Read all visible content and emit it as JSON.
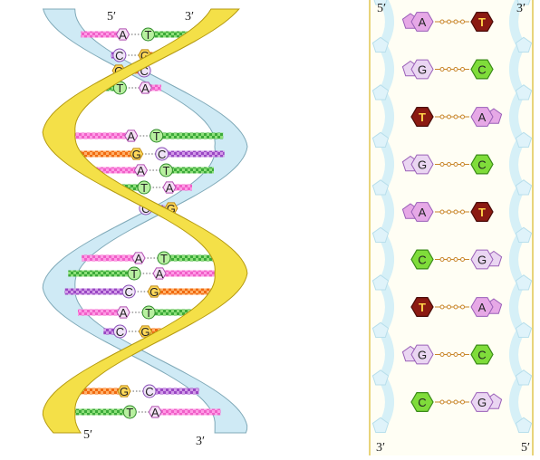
{
  "helix": {
    "top_left_end": "5′",
    "top_right_end": "3′",
    "bottom_left_end": "5′",
    "bottom_right_end": "3′",
    "pairs": [
      {
        "left": "A",
        "right": "T"
      },
      {
        "left": "C",
        "right": "G"
      },
      {
        "left": "G",
        "right": "C"
      },
      {
        "left": "T",
        "right": "A"
      },
      {
        "left": "A",
        "right": "T"
      },
      {
        "left": "G",
        "right": "C"
      },
      {
        "left": "A",
        "right": "T"
      },
      {
        "left": "T",
        "right": "A"
      },
      {
        "left": "C",
        "right": "G"
      },
      {
        "left": "A",
        "right": "T"
      },
      {
        "left": "T",
        "right": "A"
      },
      {
        "left": "C",
        "right": "G"
      },
      {
        "left": "A",
        "right": "T"
      },
      {
        "left": "C",
        "right": "G"
      },
      {
        "left": "G",
        "right": "C"
      },
      {
        "left": "T",
        "right": "A"
      }
    ]
  },
  "ladder": {
    "top_left_end": "5′",
    "top_right_end": "3′",
    "bottom_left_end": "3′",
    "bottom_right_end": "5′",
    "pairs": [
      {
        "left": "A",
        "right": "T"
      },
      {
        "left": "G",
        "right": "C"
      },
      {
        "left": "T",
        "right": "A"
      },
      {
        "left": "G",
        "right": "C"
      },
      {
        "left": "A",
        "right": "T"
      },
      {
        "left": "C",
        "right": "G"
      },
      {
        "left": "T",
        "right": "A"
      },
      {
        "left": "G",
        "right": "C"
      },
      {
        "left": "C",
        "right": "G"
      }
    ]
  },
  "colors": {
    "A": "#e6a8e6",
    "T": "#8b1a12",
    "G": "#ead6f2",
    "C": "#7fdc3a",
    "A_bar": "#ff7ad9",
    "T_bar": "#4fc24a",
    "G_bar": "#ff7a1a",
    "C_bar": "#a04fc8",
    "strand_yellow": "#f4e048",
    "strand_blue": "#cfeaf5",
    "frame": "#e8d47a",
    "bond": "#c9872a"
  }
}
